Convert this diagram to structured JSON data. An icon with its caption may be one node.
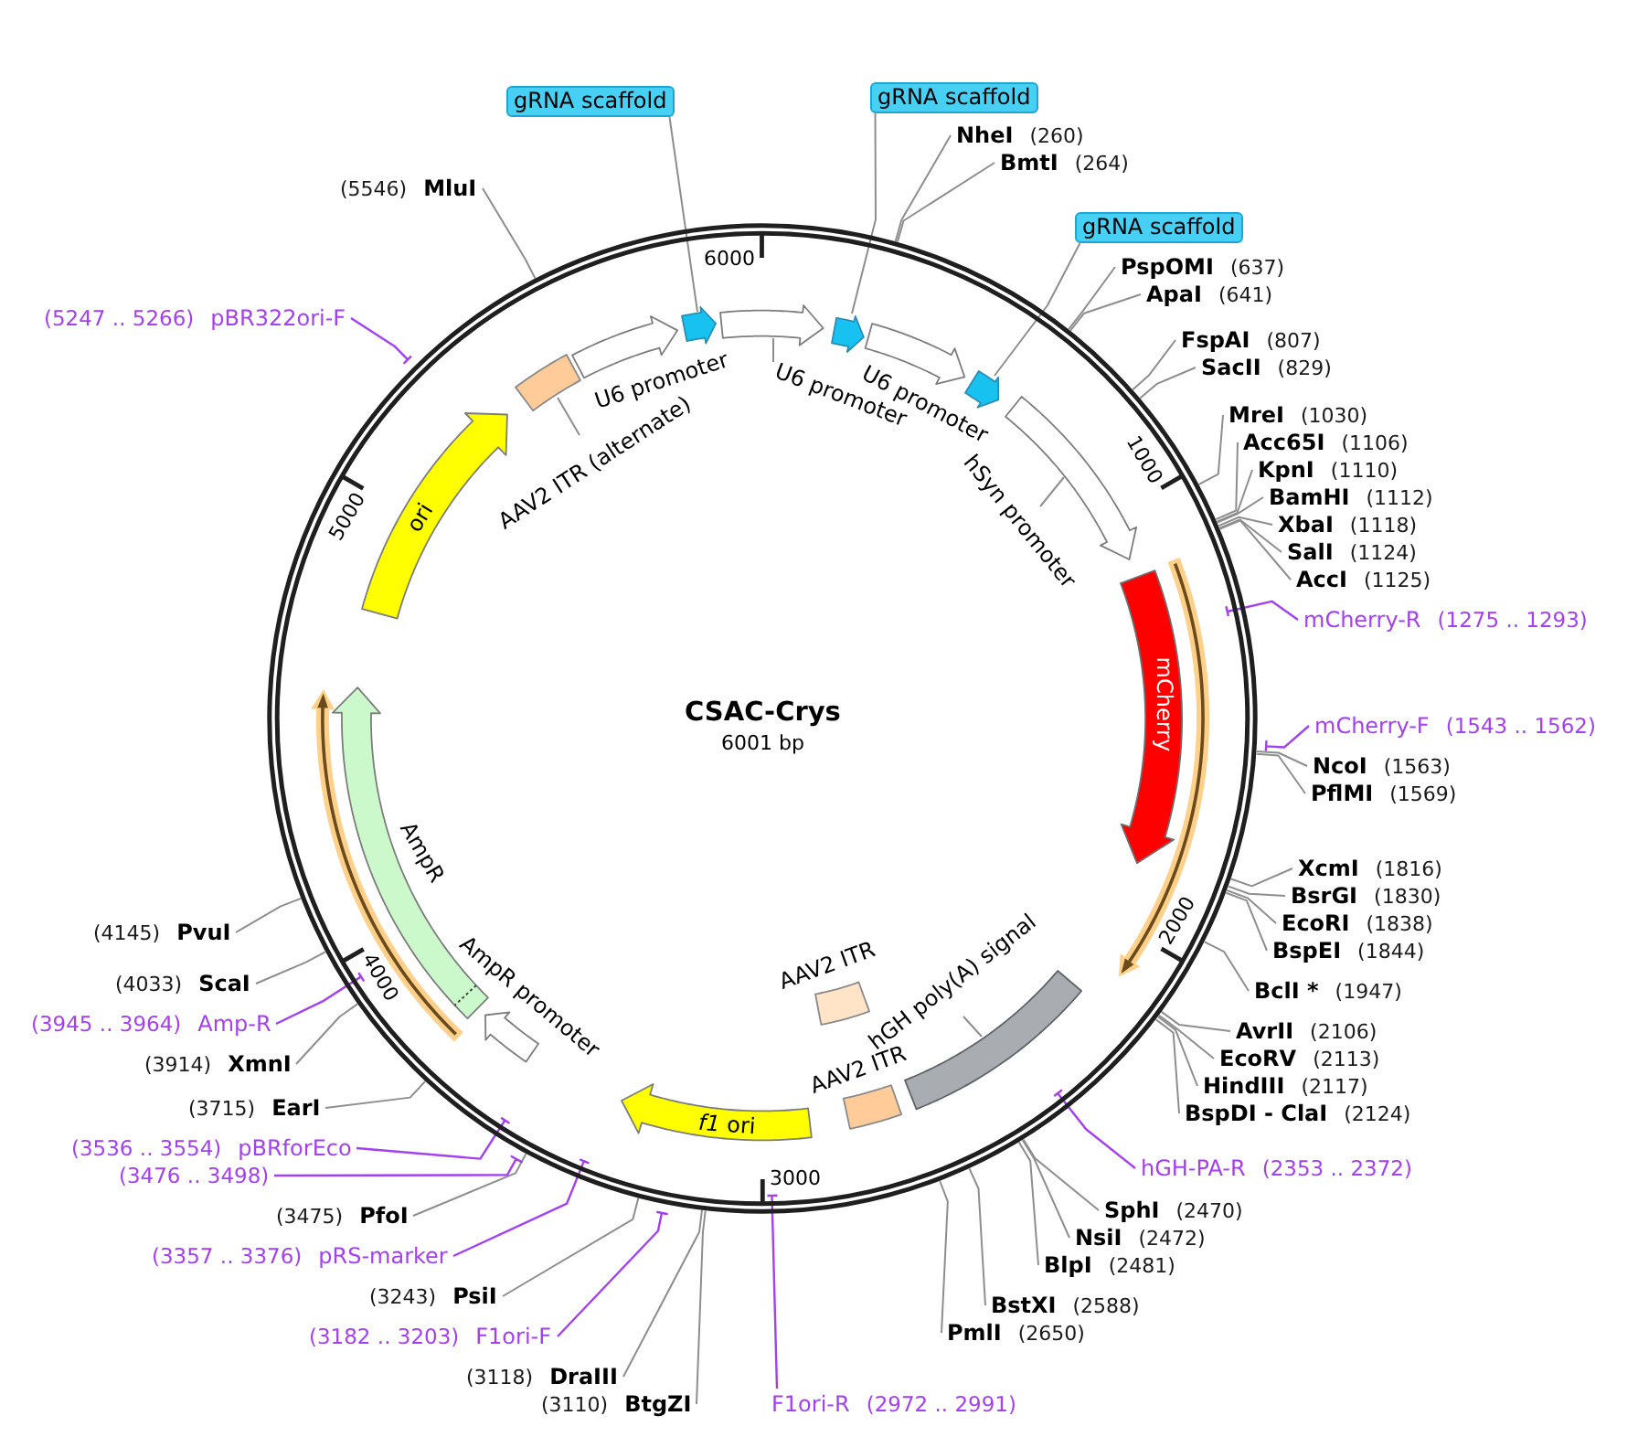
{
  "diagram": {
    "nodes": [
      {
        "text": [
          "CSAC-Crys",
          "6001 bp"
        ]
      },
      {
        "text": [],
        "shape": "arrow",
        "in": 0
      },
      {
        "text": [
          "U6 promoter"
        ],
        "in": 0
      },
      {
        "text": [],
        "shape": "arrow",
        "in": 0
      },
      {
        "text": [
          "gRNA scaffold"
        ]
      },
      {
        "text": [
          "U6 promoter"
        ],
        "in": 0
      },
      {
        "text": [],
        "shape": "arrow",
        "in": 0
      },
      {
        "text": [
          "gRNA scaffold"
        ]
      },
      {
        "text": [],
        "shape": "arrow",
        "in": 0
      },
      {
        "text": [
          "hSyn promoter"
        ],
        "in": 0
      },
      {
        "text": [
          "mCherry"
        ],
        "in": 0
      },
      {
        "text": [],
        "shape": "arrow",
        "in": 0
      },
      {
        "text": [],
        "shape": "bar",
        "in": 0
      },
      {
        "text": [
          "hGH poly(A) signal"
        ],
        "in": 0
      },
      {
        "text": [
          "AAV2 ITR"
        ],
        "in": 0
      },
      {
        "text": [
          "AAV2 ITR"
        ],
        "in": 0
      },
      {
        "text": [
          "*f1* ori"
        ],
        "in": 0
      },
      {
        "text": [
          "AmpR promoter"
        ],
        "in": 0
      },
      {
        "text": [
          "AmpR"
        ],
        "in": 0
      },
      {
        "text": [],
        "shape": "arrow",
        "in": 0
      },
      {
        "text": [
          "ori"
        ],
        "in": 0
      },
      {
        "text": [],
        "shape": "box",
        "in": 0
      },
      {
        "text": [
          "AAV2 ITR (alternate)"
        ],
        "in": 0
      },
      {
        "text": [
          "U6 promoter"
        ],
        "in": 0
      },
      {
        "text": [],
        "shape": "arrow",
        "in": 0
      },
      {
        "text": [
          "gRNA scaffold"
        ]
      },
      {
        "text": [
          "NheI",
          "(260)"
        ]
      },
      {
        "text": [
          "BmtI",
          "(264)"
        ]
      },
      {
        "text": [
          "PspOMI",
          "(637)"
        ]
      },
      {
        "text": [
          "ApaI",
          "(641)"
        ]
      },
      {
        "text": [
          "FspAI",
          "(807)"
        ]
      },
      {
        "text": [
          "SacII",
          "(829)"
        ]
      },
      {
        "text": [
          "MreI",
          "(1030)"
        ]
      },
      {
        "text": [
          "Acc65I",
          "(1106)"
        ]
      },
      {
        "text": [
          "KpnI",
          "(1110)"
        ]
      },
      {
        "text": [
          "BamHI",
          "(1112)"
        ]
      },
      {
        "text": [
          "XbaI",
          "(1118)"
        ]
      },
      {
        "text": [
          "SalI",
          "(1124)"
        ]
      },
      {
        "text": [
          "AccI",
          "(1125)"
        ]
      },
      {
        "text": [
          "mCherry-R",
          "(1275 .. 1293)"
        ]
      },
      {
        "text": [
          "mCherry-F",
          "(1543 .. 1562)"
        ]
      },
      {
        "text": [
          "NcoI",
          "(1563)"
        ]
      },
      {
        "text": [
          "PflMI",
          "(1569)"
        ]
      },
      {
        "text": [
          "XcmI",
          "(1816)"
        ]
      },
      {
        "text": [
          "BsrGI",
          "(1830)"
        ]
      },
      {
        "text": [
          "EcoRI",
          "(1838)"
        ]
      },
      {
        "text": [
          "BspEI",
          "(1844)"
        ]
      },
      {
        "text": [
          "BclI *",
          "(1947)"
        ]
      },
      {
        "text": [
          "AvrII",
          "(2106)"
        ]
      },
      {
        "text": [
          "EcoRV",
          "(2113)"
        ]
      },
      {
        "text": [
          "HindIII",
          "(2117)"
        ]
      },
      {
        "text": [
          "BspDI - ClaI",
          "(2124)"
        ]
      },
      {
        "text": [
          "hGH-PA-R",
          "(2353 .. 2372)"
        ]
      },
      {
        "text": [
          "SphI",
          "(2470)"
        ]
      },
      {
        "text": [
          "NsiI",
          "(2472)"
        ]
      },
      {
        "text": [
          "BlpI",
          "(2481)"
        ]
      },
      {
        "text": [
          "BstXI",
          "(2588)"
        ]
      },
      {
        "text": [
          "PmlI",
          "(2650)"
        ]
      },
      {
        "text": [
          "F1ori-R",
          "(2972 .. 2991)"
        ]
      },
      {
        "text": [
          "(3110)",
          "BtgZI"
        ]
      },
      {
        "text": [
          "(3118)",
          "DraIII"
        ]
      },
      {
        "text": [
          "(3182 .. 3203)",
          "F1ori-F"
        ]
      },
      {
        "text": [
          "(3243)",
          "PsiI"
        ]
      },
      {
        "text": [
          "(3357 .. 3376)",
          "pRS-marker"
        ]
      },
      {
        "text": [
          "(3475)",
          "PfoI"
        ]
      },
      {
        "text": [
          "(3476 .. 3498)"
        ]
      },
      {
        "text": [
          "(3536 .. 3554)",
          "pBRforEco"
        ]
      },
      {
        "text": [
          "(3715)",
          "EarI"
        ]
      },
      {
        "text": [
          "(3914)",
          "XmnI"
        ]
      },
      {
        "text": [
          "(3945 .. 3964)",
          "Amp-R"
        ]
      },
      {
        "text": [
          "(4033)",
          "ScaI"
        ]
      },
      {
        "text": [
          "(4145)",
          "PvuI"
        ]
      },
      {
        "text": [
          "(5247 .. 5266)",
          "pBR322ori-F"
        ]
      },
      {
        "text": [
          "(5546)",
          "MluI"
        ]
      }
    ],
    "edges": [
      {
        "from": 2,
        "to": 1,
        "arrow": "none"
      },
      {
        "from": 4,
        "to": 3,
        "arrow": "none"
      },
      {
        "from": 7,
        "to": 6,
        "arrow": "none"
      },
      {
        "from": 9,
        "to": 8,
        "arrow": "none"
      },
      {
        "from": 13,
        "to": 12,
        "arrow": "none"
      },
      {
        "from": 22,
        "to": 21,
        "arrow": "none"
      },
      {
        "from": 25,
        "to": 24,
        "arrow": "none"
      },
      {
        "from": 26,
        "to": 0,
        "arrow": "none"
      },
      {
        "from": 27,
        "to": 0,
        "arrow": "none"
      },
      {
        "from": 28,
        "to": 0,
        "arrow": "none"
      },
      {
        "from": 29,
        "to": 0,
        "arrow": "none"
      },
      {
        "from": 30,
        "to": 0,
        "arrow": "none"
      },
      {
        "from": 31,
        "to": 0,
        "arrow": "none"
      },
      {
        "from": 32,
        "to": 0,
        "arrow": "none"
      },
      {
        "from": 33,
        "to": 0,
        "arrow": "none"
      },
      {
        "from": 34,
        "to": 0,
        "arrow": "none"
      },
      {
        "from": 35,
        "to": 0,
        "arrow": "none"
      },
      {
        "from": 36,
        "to": 0,
        "arrow": "none"
      },
      {
        "from": 37,
        "to": 0,
        "arrow": "none"
      },
      {
        "from": 38,
        "to": 0,
        "arrow": "none"
      },
      {
        "from": 39,
        "to": 0,
        "arrow": "none",
        "color": "#a340f0"
      },
      {
        "from": 40,
        "to": 0,
        "arrow": "none",
        "color": "#a340f0"
      },
      {
        "from": 41,
        "to": 0,
        "arrow": "none"
      },
      {
        "from": 42,
        "to": 0,
        "arrow": "none"
      },
      {
        "from": 43,
        "to": 0,
        "arrow": "none"
      },
      {
        "from": 44,
        "to": 0,
        "arrow": "none"
      },
      {
        "from": 45,
        "to": 0,
        "arrow": "none"
      },
      {
        "from": 46,
        "to": 0,
        "arrow": "none"
      },
      {
        "from": 47,
        "to": 0,
        "arrow": "none"
      },
      {
        "from": 48,
        "to": 0,
        "arrow": "none"
      },
      {
        "from": 49,
        "to": 0,
        "arrow": "none"
      },
      {
        "from": 50,
        "to": 0,
        "arrow": "none"
      },
      {
        "from": 51,
        "to": 0,
        "arrow": "none"
      },
      {
        "from": 52,
        "to": 0,
        "arrow": "none",
        "color": "#a340f0"
      },
      {
        "from": 53,
        "to": 0,
        "arrow": "none"
      },
      {
        "from": 54,
        "to": 0,
        "arrow": "none"
      },
      {
        "from": 55,
        "to": 0,
        "arrow": "none"
      },
      {
        "from": 56,
        "to": 0,
        "arrow": "none"
      },
      {
        "from": 57,
        "to": 0,
        "arrow": "none"
      },
      {
        "from": 58,
        "to": 0,
        "arrow": "none",
        "color": "#a340f0"
      },
      {
        "from": 59,
        "to": 0,
        "arrow": "none"
      },
      {
        "from": 60,
        "to": 0,
        "arrow": "none"
      },
      {
        "from": 61,
        "to": 0,
        "arrow": "none",
        "color": "#a340f0"
      },
      {
        "from": 62,
        "to": 0,
        "arrow": "none"
      },
      {
        "from": 63,
        "to": 0,
        "arrow": "none",
        "color": "#a340f0"
      },
      {
        "from": 64,
        "to": 0,
        "arrow": "none"
      },
      {
        "from": 65,
        "to": 0,
        "arrow": "none",
        "color": "#a340f0"
      },
      {
        "from": 66,
        "to": 0,
        "arrow": "none",
        "color": "#a340f0"
      },
      {
        "from": 67,
        "to": 0,
        "arrow": "none"
      },
      {
        "from": 68,
        "to": 0,
        "arrow": "none"
      },
      {
        "from": 69,
        "to": 0,
        "arrow": "none",
        "color": "#a340f0"
      },
      {
        "from": 70,
        "to": 0,
        "arrow": "none"
      },
      {
        "from": 71,
        "to": 0,
        "arrow": "none"
      },
      {
        "from": 72,
        "to": 0,
        "arrow": "none",
        "color": "#a340f0"
      },
      {
        "from": 73,
        "to": 0,
        "arrow": "none"
      }
    ],
    "labels": [
      "6000",
      "1000",
      "5000",
      "2000",
      "4000",
      "3000"
    ]
  }
}
